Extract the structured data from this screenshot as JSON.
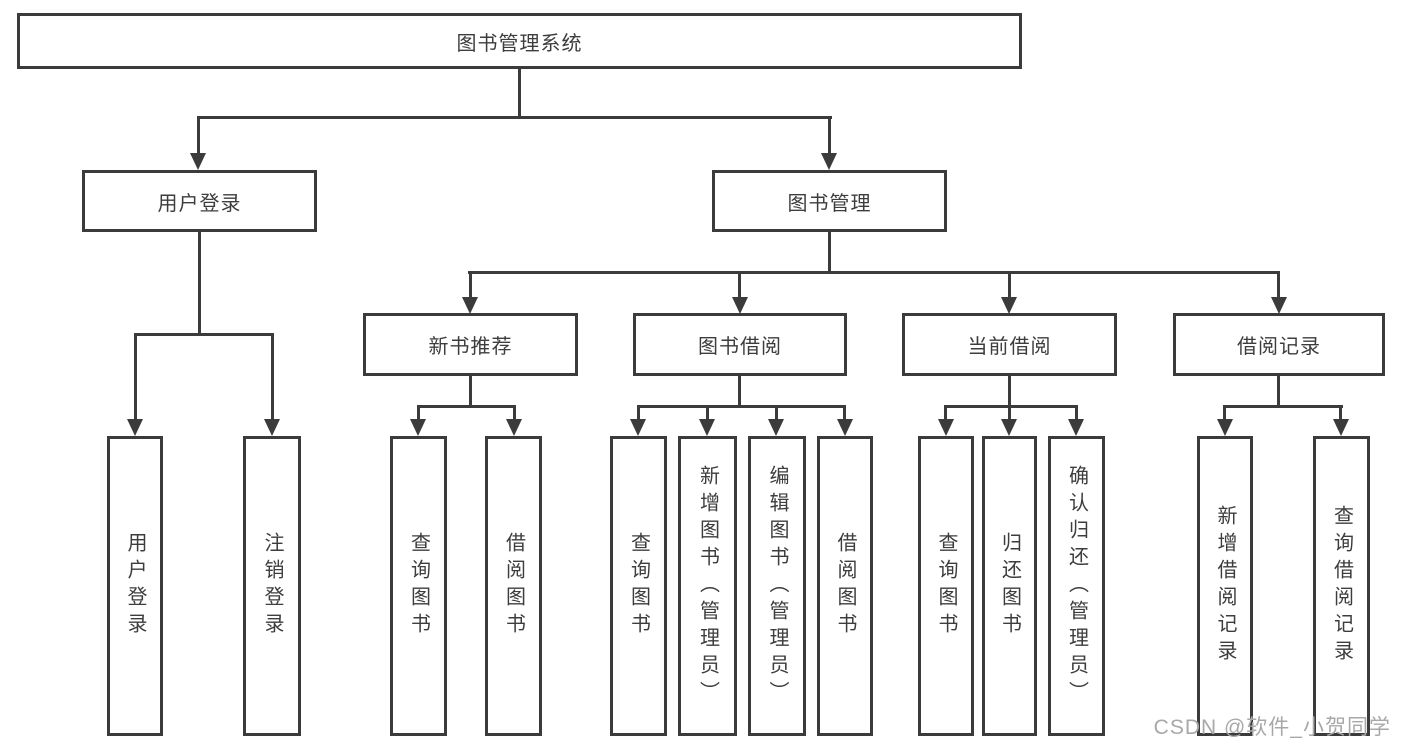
{
  "colors": {
    "line": "#3b3b3b",
    "text": "#3d3d3d",
    "background": "#ffffff",
    "watermark": "#a8a8a8"
  },
  "watermark": {
    "text": "CSDN @软件_小贺同学"
  },
  "diagram": {
    "tree": {
      "label": "图书管理系统",
      "children": [
        {
          "label": "用户登录",
          "children": [
            {
              "label": "用户登录"
            },
            {
              "label": "注销登录"
            }
          ]
        },
        {
          "label": "图书管理",
          "children": [
            {
              "label": "新书推荐",
              "children": [
                {
                  "label": "查询图书"
                },
                {
                  "label": "借阅图书"
                }
              ]
            },
            {
              "label": "图书借阅",
              "children": [
                {
                  "label": "查询图书"
                },
                {
                  "label": "新增图书（管理员）"
                },
                {
                  "label": "编辑图书（管理员）"
                },
                {
                  "label": "借阅图书"
                }
              ]
            },
            {
              "label": "当前借阅",
              "children": [
                {
                  "label": "查询图书"
                },
                {
                  "label": "归还图书"
                },
                {
                  "label": "确认归还（管理员）"
                }
              ]
            },
            {
              "label": "借阅记录",
              "children": [
                {
                  "label": "新增借阅记录"
                },
                {
                  "label": "查询借阅记录"
                }
              ]
            }
          ]
        }
      ]
    }
  }
}
